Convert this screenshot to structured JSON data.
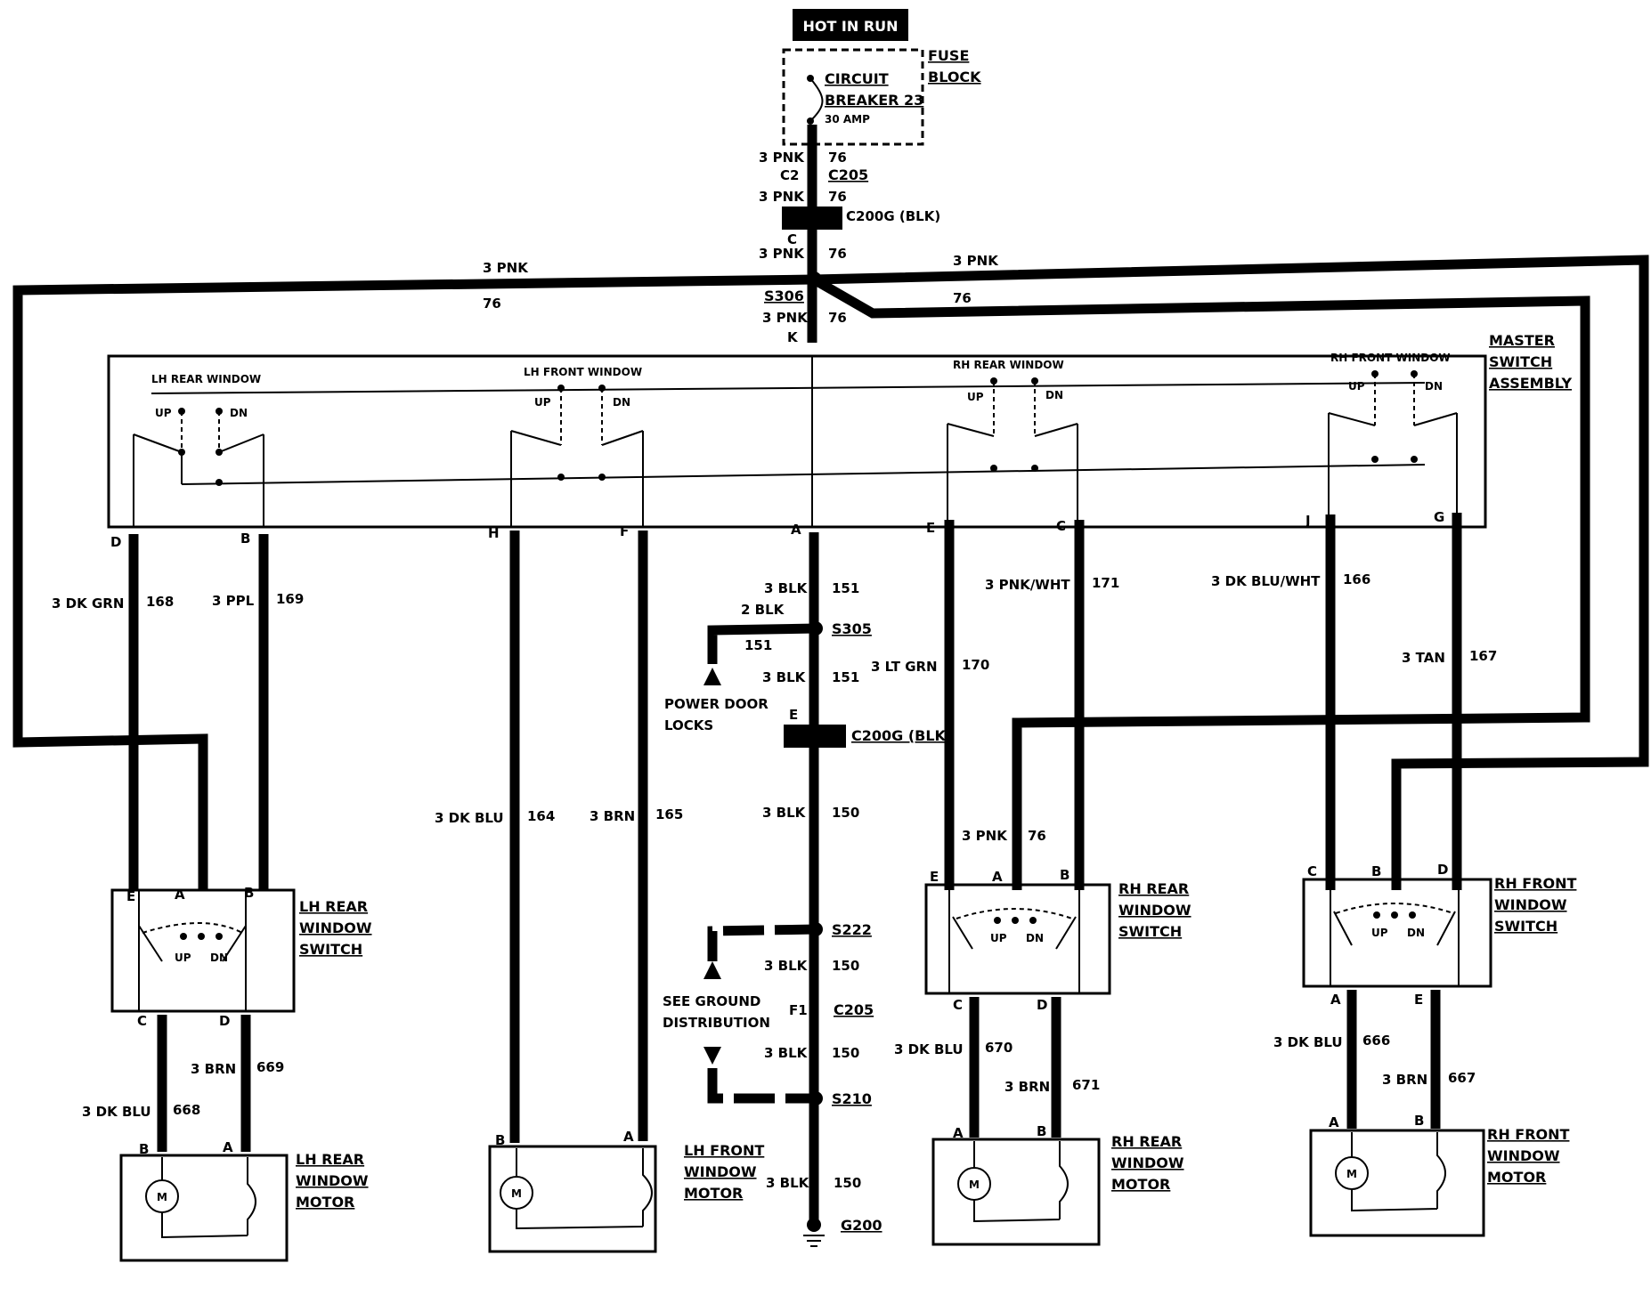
{
  "header": {
    "hot_in_run": "HOT IN RUN",
    "fuse_block": [
      "FUSE",
      "BLOCK"
    ],
    "breaker": [
      "CIRCUIT",
      "BREAKER 23"
    ],
    "breaker_amp": "30 AMP"
  },
  "feed": {
    "wire_top": "3 PNK",
    "num_top": "76",
    "c2": "C2",
    "c205": "C205",
    "wire_mid": "3 PNK",
    "num_mid": "76",
    "c200g": "C200G (BLK)",
    "c": "C",
    "wire_low": "3 PNK",
    "num_low": "76",
    "s306": "S306",
    "wire_k": "3 PNK",
    "num_k": "76",
    "k": "K"
  },
  "bus": {
    "left_wire": "3 PNK",
    "left_num": "76",
    "right_wire": "3 PNK",
    "right_num": "76"
  },
  "master": {
    "title": [
      "MASTER",
      "SWITCH",
      "ASSEMBLY"
    ],
    "sections": [
      "LH REAR WINDOW",
      "LH FRONT WINDOW",
      "RH REAR WINDOW",
      "RH FRONT WINDOW"
    ],
    "up": "UP",
    "dn": "DN"
  },
  "pins": {
    "d": "D",
    "b": "B",
    "h": "H",
    "f": "F",
    "a": "A",
    "e": "E",
    "c": "C",
    "j": "J",
    "g": "G"
  },
  "wires": {
    "w168": {
      "color": "3 DK GRN",
      "num": "168"
    },
    "w169": {
      "color": "3 PPL",
      "num": "169"
    },
    "w164": {
      "color": "3 DK BLU",
      "num": "164"
    },
    "w165": {
      "color": "3 BRN",
      "num": "165"
    },
    "w170": {
      "color": "3 LT GRN",
      "num": "170"
    },
    "w171": {
      "color": "3 PNK/WHT",
      "num": "171"
    },
    "w166": {
      "color": "3 DK BLU/WHT",
      "num": "166"
    },
    "w167": {
      "color": "3 TAN",
      "num": "167"
    },
    "w76": {
      "color": "3 PNK",
      "num": "76"
    },
    "w668": {
      "color": "3 DK BLU",
      "num": "668"
    },
    "w669": {
      "color": "3 BRN",
      "num": "669"
    },
    "w670": {
      "color": "3 DK BLU",
      "num": "670"
    },
    "w671": {
      "color": "3 BRN",
      "num": "671"
    },
    "w666": {
      "color": "3 DK BLU",
      "num": "666"
    },
    "w667": {
      "color": "3 BRN",
      "num": "667"
    }
  },
  "ground": {
    "w151a": {
      "color": "3 BLK",
      "num": "151"
    },
    "w2blk": "2 BLK",
    "n151": "151",
    "s305": "S305",
    "w151b": {
      "color": "3 BLK",
      "num": "151"
    },
    "power_door_locks": [
      "POWER DOOR",
      "LOCKS"
    ],
    "e": "E",
    "c200g": "C200G (BLK)",
    "w150a": {
      "color": "3 BLK",
      "num": "150"
    },
    "s222": "S222",
    "w150b": {
      "color": "3 BLK",
      "num": "150"
    },
    "see_ground": [
      "SEE GROUND",
      "DISTRIBUTION"
    ],
    "f1": "F1",
    "c205": "C205",
    "w150c": {
      "color": "3 BLK",
      "num": "150"
    },
    "s210": "S210",
    "w150d": {
      "color": "3 BLK",
      "num": "150"
    },
    "g200": "G200"
  },
  "switches": {
    "lh_rear": [
      "LH REAR",
      "WINDOW",
      "SWITCH"
    ],
    "rh_rear": [
      "RH REAR",
      "WINDOW",
      "SWITCH"
    ],
    "rh_front": [
      "RH FRONT",
      "WINDOW",
      "SWITCH"
    ]
  },
  "motors": {
    "lh_rear": [
      "LH REAR",
      "WINDOW",
      "MOTOR"
    ],
    "lh_front": [
      "LH FRONT",
      "WINDOW",
      "MOTOR"
    ],
    "rh_rear": [
      "RH REAR",
      "WINDOW",
      "MOTOR"
    ],
    "rh_front": [
      "RH FRONT",
      "WINDOW",
      "MOTOR"
    ],
    "m": "M"
  }
}
